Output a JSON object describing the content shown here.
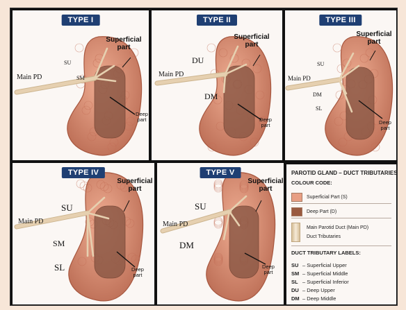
{
  "panels": [
    {
      "type_label": "TYPE I",
      "superficial_label": "Superficial\npart",
      "deep_label": "Deep\npart",
      "branch_labels": [
        {
          "key": "main",
          "text": "Main PD"
        },
        {
          "key": "su",
          "text": "SU"
        },
        {
          "key": "sm",
          "text": "SM"
        }
      ]
    },
    {
      "type_label": "TYPE II",
      "superficial_label": "Superficial\npart",
      "deep_label": "Deep\npart",
      "branch_labels": [
        {
          "key": "main",
          "text": "Main PD"
        },
        {
          "key": "du",
          "text": "DU"
        },
        {
          "key": "dm",
          "text": "DM"
        }
      ]
    },
    {
      "type_label": "TYPE III",
      "superficial_label": "Superficial\npart",
      "deep_label": "Deep\npart",
      "branch_labels": [
        {
          "key": "main",
          "text": "Main PD"
        },
        {
          "key": "su",
          "text": "SU"
        },
        {
          "key": "dm",
          "text": "DM"
        },
        {
          "key": "sl",
          "text": "SL"
        }
      ]
    },
    {
      "type_label": "TYPE IV",
      "superficial_label": "Superficial\npart",
      "deep_label": "Deep\npart",
      "branch_labels": [
        {
          "key": "main",
          "text": "Main PD"
        },
        {
          "key": "su",
          "text": "SU"
        },
        {
          "key": "sm",
          "text": "SM"
        },
        {
          "key": "sl",
          "text": "SL"
        }
      ]
    },
    {
      "type_label": "TYPE V",
      "superficial_label": "Superficial\npart",
      "deep_label": "Deep\npart",
      "branch_labels": [
        {
          "key": "main",
          "text": "Main PD"
        },
        {
          "key": "su",
          "text": "SU"
        },
        {
          "key": "dm",
          "text": "DM"
        }
      ]
    }
  ],
  "legend": {
    "title": "PAROTID GLAND – DUCT TRIBUTARIES",
    "colour_code_heading": "COLOUR CODE:",
    "colour_items": [
      {
        "label": "Superficial Part (S)",
        "color": "#e89f84"
      },
      {
        "label": "Deep Part (D)",
        "color": "#9a5a40"
      }
    ],
    "duct_items": [
      {
        "label": "Main Parotid Duct (Main PD)"
      },
      {
        "label": "Duct Tributaries"
      }
    ],
    "labels_heading": "DUCT TRIBUTARY LABELS:",
    "codes": [
      {
        "abbr": "SU",
        "desc": "– Superficial Upper"
      },
      {
        "abbr": "SM",
        "desc": "– Superficial Middle"
      },
      {
        "abbr": "SL",
        "desc": "– Superficial Inferior"
      },
      {
        "abbr": "DU",
        "desc": "– Deep Upper"
      },
      {
        "abbr": "DM",
        "desc": "– Deep Middle"
      }
    ]
  },
  "colors": {
    "gland": "#d9836a",
    "gland_dark": "#b96a52",
    "deep": "#8e5a47",
    "duct": "#e6d0b0",
    "badge": "#1f3f73"
  }
}
